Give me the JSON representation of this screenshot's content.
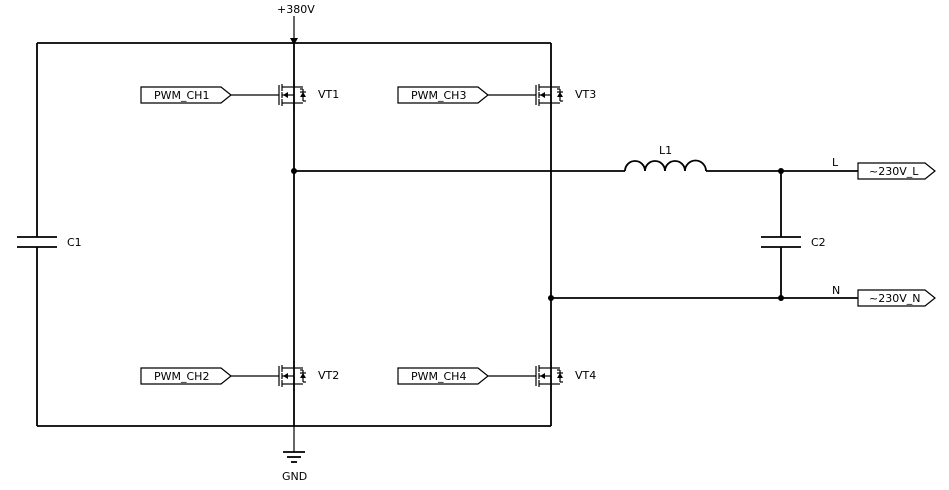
{
  "power": {
    "supply_label": "+380V",
    "ground_label": "GND"
  },
  "components": {
    "c1_label": "C1",
    "c2_label": "C2",
    "l1_label": "L1",
    "vt1_label": "VT1",
    "vt2_label": "VT2",
    "vt3_label": "VT3",
    "vt4_label": "VT4"
  },
  "ports": {
    "pwm_ch1": "PWM_CH1",
    "pwm_ch2": "PWM_CH2",
    "pwm_ch3": "PWM_CH3",
    "pwm_ch4": "PWM_CH4",
    "out_l": "~230V_L",
    "out_n": "~230V_N"
  },
  "nets": {
    "line_label": "L",
    "neutral_label": "N"
  }
}
